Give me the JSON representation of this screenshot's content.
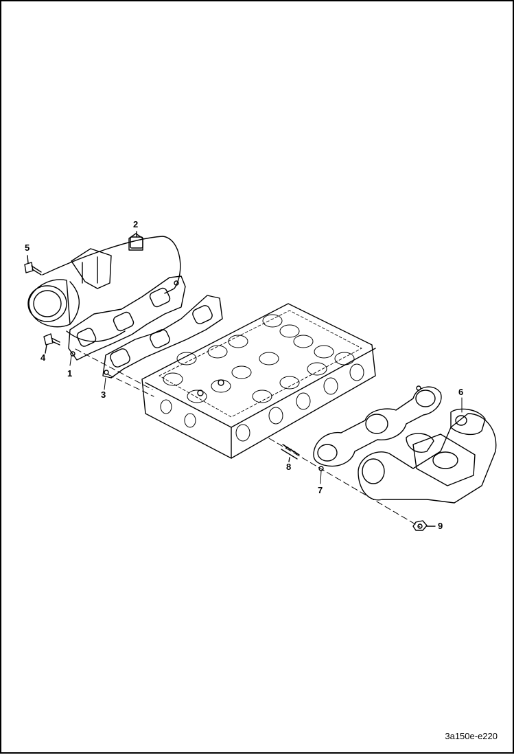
{
  "drawing_id": "3a150e-e220",
  "callouts": {
    "c1": "1",
    "c2": "2",
    "c3": "3",
    "c4": "4",
    "c5": "5",
    "c6": "6",
    "c7": "7",
    "c8": "8",
    "c9": "9"
  }
}
